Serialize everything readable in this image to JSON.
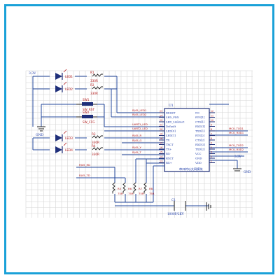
{
  "schematic": {
    "power_label": "3.3V",
    "gnd_label": "GND",
    "leds": [
      {
        "ref": "LED1"
      },
      {
        "ref": "LED2"
      },
      {
        "ref": "LED3"
      },
      {
        "ref": "LED4"
      }
    ],
    "resistors_top": [
      {
        "ref": "R1",
        "value": "330R"
      },
      {
        "ref": "R2",
        "value": "330R"
      }
    ],
    "resistors_mid": [
      {
        "ref": "R3",
        "value": "330R"
      },
      {
        "ref": "R4",
        "value": "330R"
      }
    ],
    "switches": [
      {
        "ref": "SW1",
        "label": "SW_RST"
      },
      {
        "ref": "SW2",
        "label": "SW_CFG"
      }
    ],
    "nets_left": [
      "RJ45_LED1",
      "RJ45_LED2",
      "UART1_LED",
      "UART2_LED",
      "RJ45_R",
      "RJ45_G",
      "RJ45_Y",
      "RJ45_T"
    ],
    "bottom_nets": [
      "RJ45_RD",
      "RJ45_TD"
    ],
    "bottom_resistors": [
      {
        "ref": "R5",
        "value": "75R"
      },
      {
        "ref": "R6",
        "value": "75R"
      },
      {
        "ref": "R7",
        "value": "75R"
      },
      {
        "ref": "R8",
        "value": "75R"
      }
    ],
    "ic": {
      "ref": "U1",
      "title": "串口转以太网模块",
      "pins_left": [
        "RESET",
        "LED_FDX",
        "LED_Link/Act",
        "Default",
        "LED[0]",
        "LED[1]",
        "TX",
        "TXCT",
        "TX+",
        "RX-",
        "RXCT",
        "RX+"
      ],
      "pins_right": [
        "NC",
        "RTS[1]",
        "CTS[1]",
        "RXD[1]",
        "TXD[1]",
        "RTS[2]",
        "CTS[2]",
        "RXD[2]",
        "TXD[2]",
        "VCC",
        "GND",
        "VDD"
      ],
      "pin_nums_left": [
        "23",
        "24",
        "22",
        "21",
        "20",
        "19",
        "18",
        "17",
        "16",
        "15",
        "14",
        "13"
      ],
      "pin_nums_right": [
        "12",
        "11",
        "10",
        "9",
        "8",
        "7",
        "6",
        "5",
        "4",
        "3",
        "2",
        "1"
      ]
    },
    "right_nets": [
      "MCU_TXD1",
      "MCU_RXD1",
      "MCU_TXD2",
      "MCU_RXD2"
    ],
    "supply_labels": [
      "3.3V",
      "GND"
    ],
    "cap": {
      "ref": "C1",
      "value": "1000P/2KV"
    },
    "colors": {
      "border": "#1aa1d8",
      "wire": "#24489c",
      "component": "#b51c1c",
      "grid": "#d6d6d6"
    }
  }
}
